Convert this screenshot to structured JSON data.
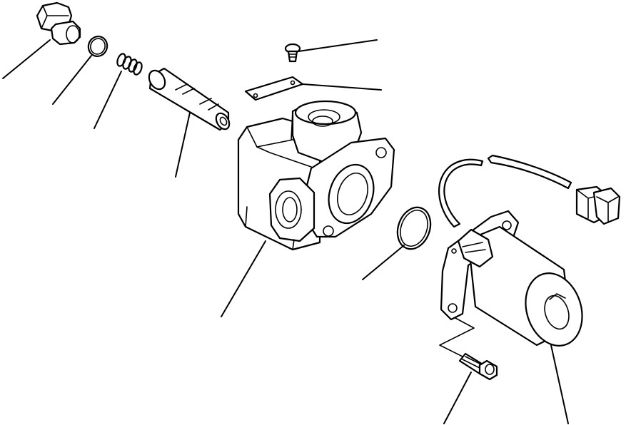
{
  "diagram": {
    "parts": [
      {
        "id": "plug",
        "icon": "plug-bolt-icon"
      },
      {
        "id": "o-ring-small",
        "icon": "o-ring-icon"
      },
      {
        "id": "spring",
        "icon": "spring-icon"
      },
      {
        "id": "spool",
        "icon": "spool-icon"
      },
      {
        "id": "screw",
        "icon": "screw-icon"
      },
      {
        "id": "name-plate",
        "icon": "plate-icon"
      },
      {
        "id": "valve-body",
        "icon": "valve-body-icon"
      },
      {
        "id": "o-ring-large",
        "icon": "o-ring-icon"
      },
      {
        "id": "solenoid",
        "icon": "solenoid-icon"
      },
      {
        "id": "bolt",
        "icon": "bolt-icon"
      }
    ],
    "stroke_color": "#000000",
    "background": "#ffffff"
  }
}
